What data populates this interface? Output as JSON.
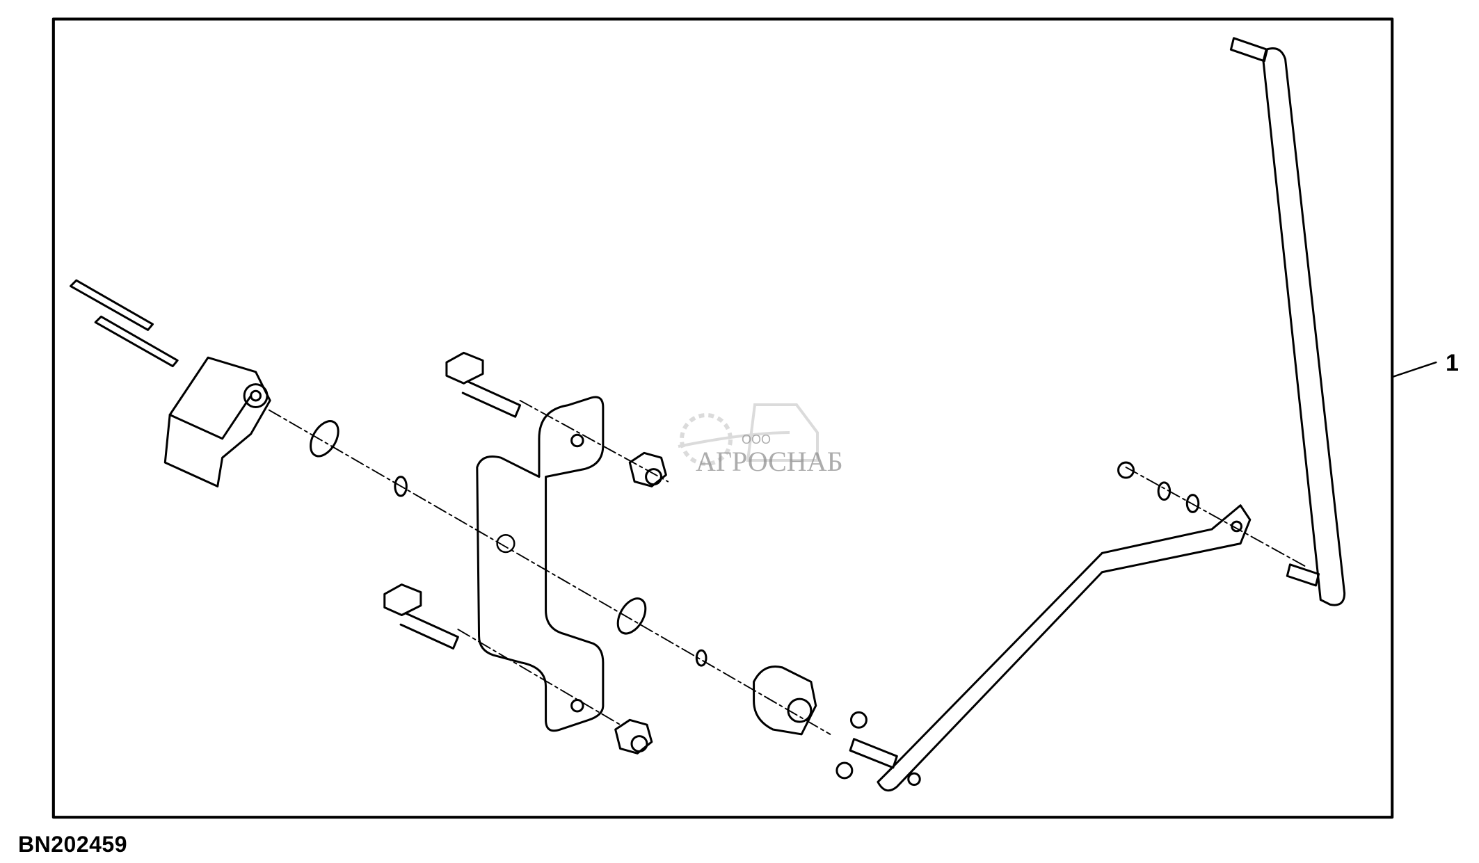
{
  "figure_id": "BN202459",
  "callouts": [
    {
      "number": "1"
    }
  ],
  "watermark": {
    "prefix": "ООО",
    "name": "АГРОСНАБ"
  }
}
